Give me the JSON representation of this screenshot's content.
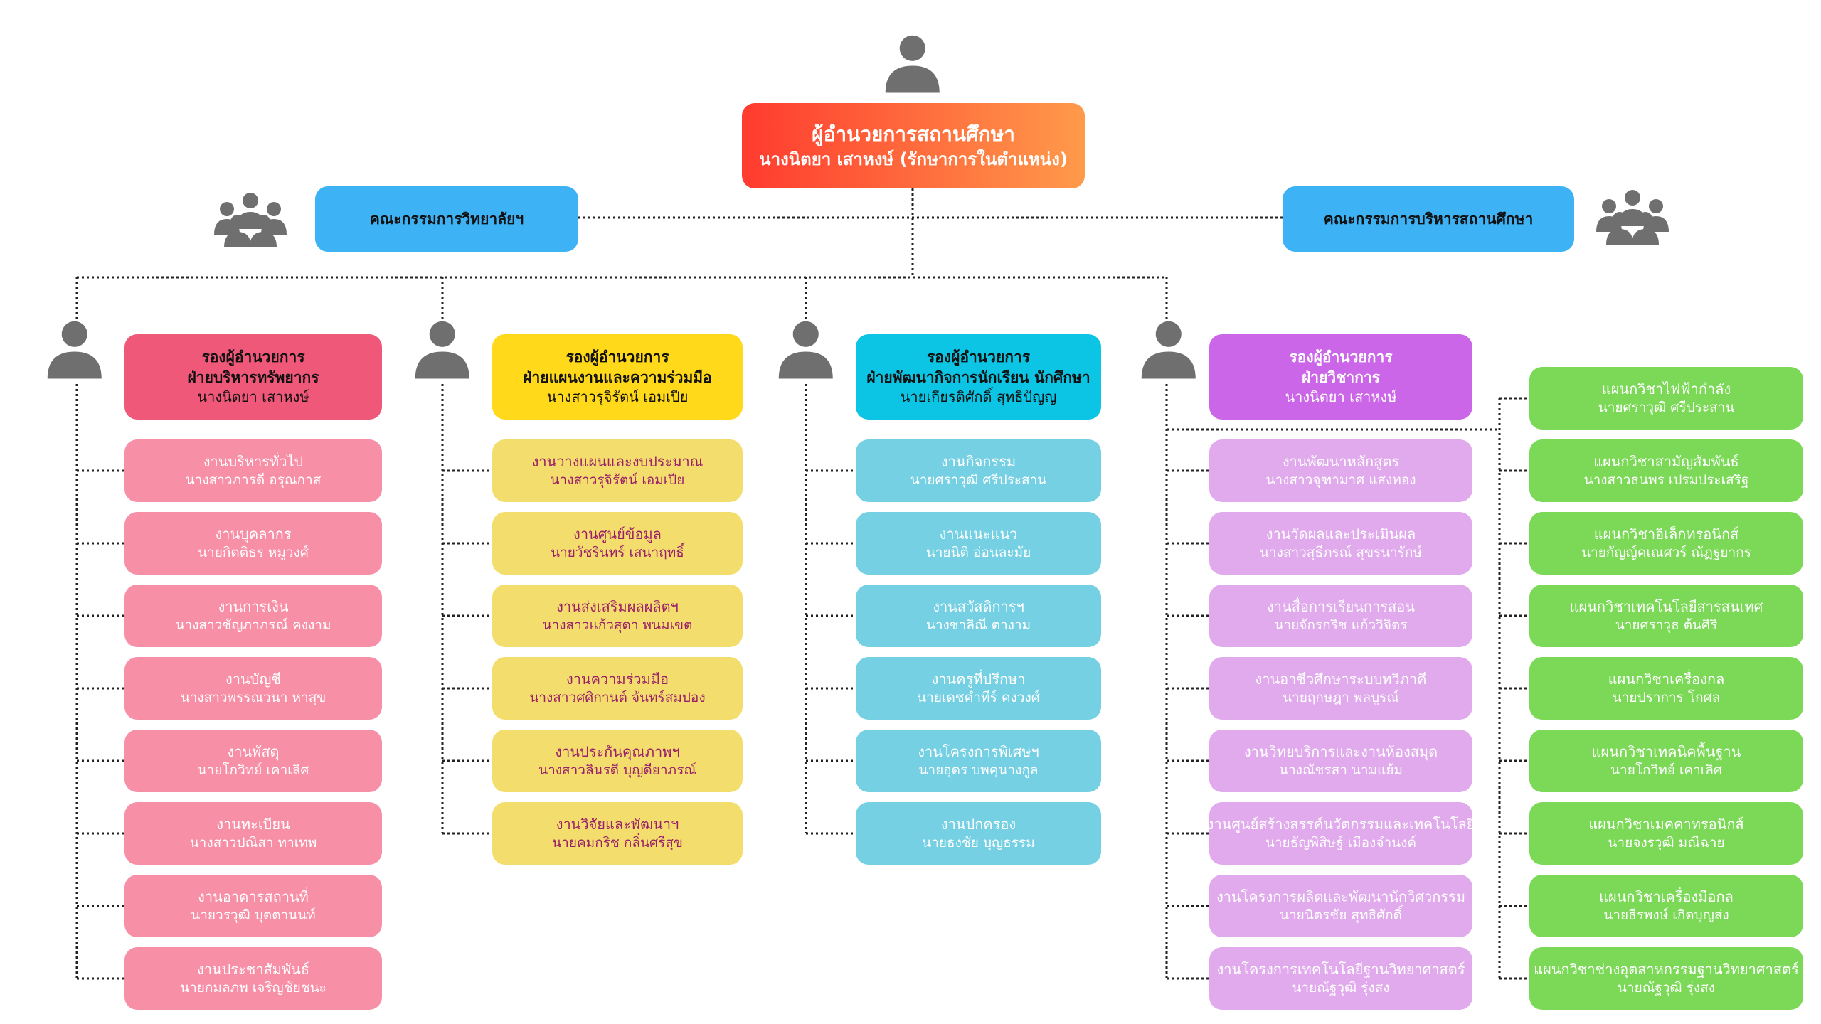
{
  "director": {
    "title": "ผู้อำนวยการสถานศึกษา",
    "name": "นางนิตยา เสาหงษ์ (รักษาการในตำแหน่ง)"
  },
  "committees": {
    "left": "คณะกรรมการวิทยาลัยฯ",
    "right": "คณะกรรมการบริหารสถานศึกษา"
  },
  "colors": {
    "director_start": "#ff3b2f",
    "director_end": "#ff9a4a",
    "committee": "#3db3f6",
    "resources_head": "#f0587a",
    "resources_item": "#f78fa6",
    "planning_head": "#ffd91a",
    "planning_item": "#f3de6d",
    "student_head": "#0cc4e3",
    "student_item": "#75d0e3",
    "academic_head": "#cb66e8",
    "academic_item": "#e0aaec",
    "department_item": "#7bd957",
    "icon": "#6f6f6f",
    "line": "#222222"
  },
  "divisions": [
    {
      "head": {
        "title1": "รองผู้อำนวยการ",
        "title2": "ฝ่ายบริหารทรัพยากร",
        "name": "นางนิตยา เสาหงษ์"
      },
      "items": [
        {
          "title": "งานบริหารทั่วไป",
          "name": "นางสาวภารดี อรุณกาส"
        },
        {
          "title": "งานบุคลากร",
          "name": "นายกิตติธร หมูวงศ์"
        },
        {
          "title": "งานการเงิน",
          "name": "นางสาวชัญภาภรณ์ คงงาม"
        },
        {
          "title": "งานบัญชี",
          "name": "นางสาวพรรณวนา หาสุข"
        },
        {
          "title": "งานพัสดุ",
          "name": "นายโกวิทย์ เคาเลิศ"
        },
        {
          "title": "งานทะเบียน",
          "name": "นางสาวปณิสา ทาเทพ"
        },
        {
          "title": "งานอาคารสถานที่",
          "name": "นายวรวุฒิ บุตตานนท์"
        },
        {
          "title": "งานประชาสัมพันธ์",
          "name": "นายกมลภพ เจริญชัยชนะ"
        }
      ]
    },
    {
      "head": {
        "title1": "รองผู้อำนวยการ",
        "title2": "ฝ่ายแผนงานและความร่วมมือ",
        "name": "นางสาวรุจิรัตน์ เอมเปีย"
      },
      "items": [
        {
          "title": "งานวางแผนและงบประมาณ",
          "name": "นางสาวรุจิรัตน์ เอมเปีย"
        },
        {
          "title": "งานศูนย์ข้อมูล",
          "name": "นายวัชรินทร์ เสนาฤทธิ์"
        },
        {
          "title": "งานส่งเสริมผลผลิตฯ",
          "name": "นางสาวแก้วสุดา พนมเขต"
        },
        {
          "title": "งานความร่วมมือ",
          "name": "นางสาวศศิกานต์ จันทร์สมปอง"
        },
        {
          "title": "งานประกันคุณภาพฯ",
          "name": "นางสาวลินรดี บุญดียาภรณ์"
        },
        {
          "title": "งานวิจัยและพัฒนาฯ",
          "name": "นายคมกริช กลิ่นศรีสุข"
        }
      ]
    },
    {
      "head": {
        "title1": "รองผู้อำนวยการ",
        "title2": "ฝ่ายพัฒนากิจการนักเรียน นักศึกษา",
        "name": "นายเกียรติศักดิ์ สุทธิปัญญ"
      },
      "items": [
        {
          "title": "งานกิจกรรม",
          "name": "นายศราวุฒิ ศรีประสาน"
        },
        {
          "title": "งานแนะแนว",
          "name": "นายนิติ อ่อนละมัย"
        },
        {
          "title": "งานสวัสดิการฯ",
          "name": "นางชาลิณี ตางาม"
        },
        {
          "title": "งานครูที่ปรึกษา",
          "name": "นายเดชคำทีร์ คงวงศ์"
        },
        {
          "title": "งานโครงการพิเศษฯ",
          "name": "นายอุดร บพคุนางกูล"
        },
        {
          "title": "งานปกครอง",
          "name": "นายธงชัย บุญธรรม"
        }
      ]
    },
    {
      "head": {
        "title1": "รองผู้อำนวยการ",
        "title2": "ฝ่ายวิชาการ",
        "name": "นางนิตยา เสาหงษ์"
      },
      "items": [
        {
          "title": "งานพัฒนาหลักสูตร",
          "name": "นางสาวจุฑามาศ แสงทอง"
        },
        {
          "title": "งานวัดผลและประเมินผล",
          "name": "นางสาวสุธีภรณ์ สุขรนารักษ์"
        },
        {
          "title": "งานสื่อการเรียนการสอน",
          "name": "นายจักรกริช แก้ววิจิตร"
        },
        {
          "title": "งานอาชีวศึกษาระบบทวิภาคี",
          "name": "นายฤกษฎา พลบูรณ์"
        },
        {
          "title": "งานวิทยบริการและงานห้องสมุด",
          "name": "นางณัชรสา นามแย้ม"
        },
        {
          "title": "งานศูนย์สร้างสรรค์นวัตกรรมและเทคโนโลยี",
          "name": "นายธัญพิสิษฐ์ เมืองจำนงค์"
        },
        {
          "title": "งานโครงการผลิตและพัฒนานักวิศวกรรม",
          "name": "นายนิตรชัย สุทธิศักดิ์"
        },
        {
          "title": "งานโครงการเทคโนโลยีฐานวิทยาศาสตร์",
          "name": "นายณัฐวุฒิ รุ่งสง"
        }
      ]
    }
  ],
  "departments": [
    {
      "title": "แผนกวิชาไฟฟ้ากำลัง",
      "name": "นายศราวุฒิ ศรีประสาน"
    },
    {
      "title": "แผนกวิชาสามัญสัมพันธ์",
      "name": "นางสาวธนพร เปรมประเสริฐ"
    },
    {
      "title": "แผนกวิชาอิเล็กทรอนิกส์",
      "name": "นายกัญญ์คเณศวร์ ณัฏฐยากร"
    },
    {
      "title": "แผนกวิชาเทคโนโลยีสารสนเทศ",
      "name": "นายศราวุธ ต้นศิริ"
    },
    {
      "title": "แผนกวิชาเครื่องกล",
      "name": "นายปราการ โกศล"
    },
    {
      "title": "แผนกวิชาเทคนิคพื้นฐาน",
      "name": "นายโกวิทย์ เคาเลิศ"
    },
    {
      "title": "แผนกวิชาเมคคาทรอนิกส์",
      "name": "นายจงรวุฒิ มณีฉาย"
    },
    {
      "title": "แผนกวิชาเครื่องมือกล",
      "name": "นายธีรพงษ์ เกิดบุญส่ง"
    },
    {
      "title": "แผนกวิชาช่างอุตสาหกรรมฐานวิทยาศาสตร์",
      "name": "นายณัฐวุฒิ รุ่งสง"
    }
  ]
}
